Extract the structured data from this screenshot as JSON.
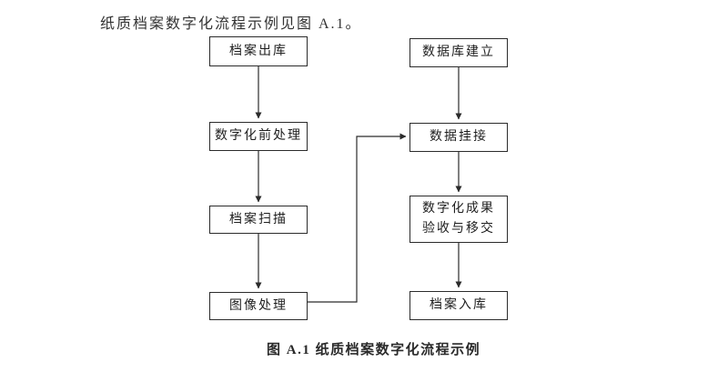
{
  "document": {
    "intro_text": "纸质档案数字化流程示例见图 A.1。",
    "caption": "图 A.1  纸质档案数字化流程示例"
  },
  "flowchart": {
    "left_column": [
      {
        "label": "档案出库"
      },
      {
        "label": "数字化前处理"
      },
      {
        "label": "档案扫描"
      },
      {
        "label": "图像处理"
      }
    ],
    "right_column": [
      {
        "label": "数据库建立"
      },
      {
        "label": "数据挂接"
      },
      {
        "label": "数字化成果\n验收与移交"
      },
      {
        "label": "档案入库"
      }
    ],
    "edges": [
      {
        "from": "档案出库",
        "to": "数字化前处理"
      },
      {
        "from": "数字化前处理",
        "to": "档案扫描"
      },
      {
        "from": "档案扫描",
        "to": "图像处理"
      },
      {
        "from": "图像处理",
        "to": "数据挂接"
      },
      {
        "from": "数据库建立",
        "to": "数据挂接"
      },
      {
        "from": "数据挂接",
        "to": "数字化成果验收与移交"
      },
      {
        "from": "数字化成果验收与移交",
        "to": "档案入库"
      }
    ],
    "colors": {
      "line": "#2b2b2b",
      "box_border": "#2b2b2b",
      "text": "#1e1e1e",
      "background": "#ffffff"
    }
  }
}
